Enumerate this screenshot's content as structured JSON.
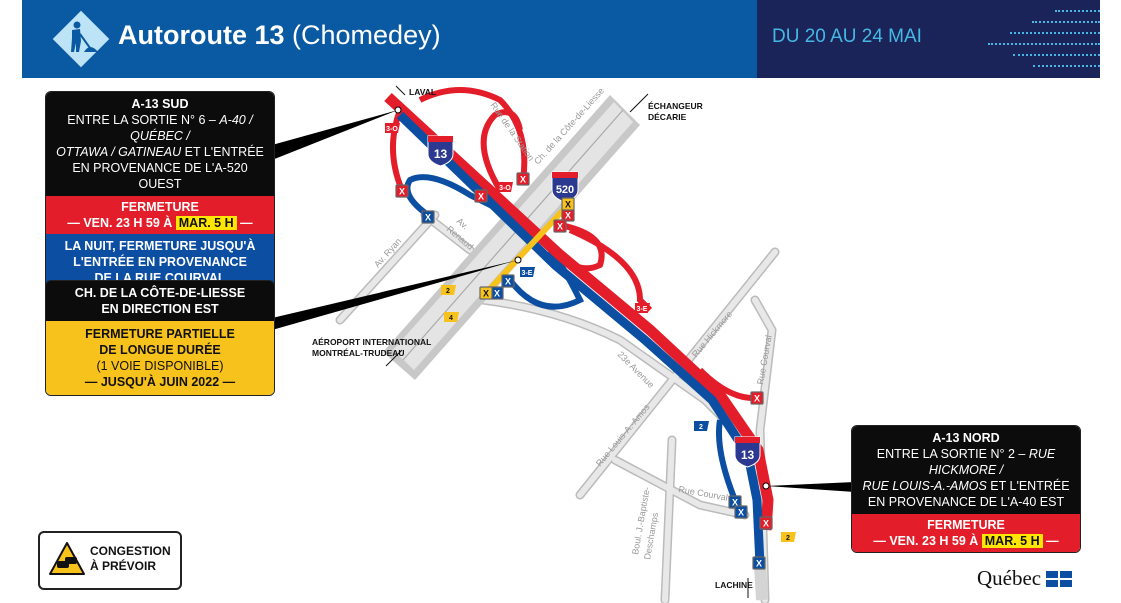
{
  "header": {
    "title_bold": "Autoroute 13",
    "title_light": "(Chomedey)",
    "dates": "DU 20 AU 24 MAI",
    "icon": "roadwork-worker-icon"
  },
  "notice_a13_sud": {
    "heading": "A-13 SUD",
    "line1_a": "ENTRE LA SORTIE N° 6 – ",
    "line1_b": "A-40 / QUÉBEC /",
    "line2_a": "OTTAWA / GATINEAU",
    "line2_b": " ET L'ENTRÉE",
    "line3": "EN PROVENANCE DE L'A-520 OUEST",
    "closure": "FERMETURE",
    "time_a": "— VEN. 23 H 59 À ",
    "time_b": "MAR. 5 H",
    "time_c": " —",
    "night_1": "LA NUIT, FERMETURE JUSQU'À",
    "night_2": "L'ENTRÉE EN PROVENANCE",
    "night_3": "DE LA RUE COURVAL"
  },
  "notice_cote_de_liesse": {
    "heading_1": "CH. DE LA CÔTE-DE-LIESSE",
    "heading_2": "EN DIRECTION EST",
    "l1": "FERMETURE PARTIELLE",
    "l2": "DE LONGUE DURÉE",
    "l3": "(1 VOIE DISPONIBLE)",
    "l4": "— JUSQU'À JUIN 2022 —"
  },
  "notice_a13_nord": {
    "heading": "A-13 NORD",
    "line1_a": "ENTRE LA SORTIE N° 2 – ",
    "line1_b": "RUE HICKMORE /",
    "line2_a": "RUE LOUIS-A.-AMOS",
    "line2_b": " ET L'ENTRÉE",
    "line3": "EN PROVENANCE DE L'A-40 EST",
    "closure": "FERMETURE",
    "time_a": "— VEN. 23 H 59 À ",
    "time_b": "MAR. 5 H",
    "time_c": " —"
  },
  "legend": {
    "line1": "CONGESTION",
    "line2": "À PRÉVOIR",
    "icon": "congestion-cars-icon"
  },
  "map": {
    "directions": {
      "laval": "LAVAL",
      "decarie_1": "ÉCHANGEUR",
      "decarie_2": "DÉCARIE",
      "airport_1": "AÉROPORT INTERNATIONAL",
      "airport_2": "MONTRÉAL-TRUDEAU",
      "lachine": "LACHINE"
    },
    "streets": {
      "station": "Rue de la Station",
      "cote_liesse": "Ch. de la Côte-de-Liesse",
      "ryan": "Av. Ryan",
      "renaud_1": "Av.",
      "renaud_2": "Renaud",
      "avenue23": "23e Avenue",
      "hickmore": "Rue Hickmore",
      "courval_n": "Rue Courval",
      "courval_s": "Rue Courval",
      "louis_amos": "Rue Louis-A.-Amos",
      "jb_1": "Boul. J.-Baptiste-",
      "jb_2": "Deschamps"
    },
    "shields": {
      "a13": "13",
      "a520": "520"
    },
    "exits": {
      "e3o": "3-O",
      "e3e": "3-E",
      "e2": "2",
      "e4": "4"
    },
    "closure_marker": "X",
    "colors": {
      "red": "#e31e2a",
      "blue": "#0b4ea2",
      "yellow": "#f7c21b",
      "road": "#d4d4d4"
    }
  },
  "footer": {
    "brand": "Québec"
  }
}
